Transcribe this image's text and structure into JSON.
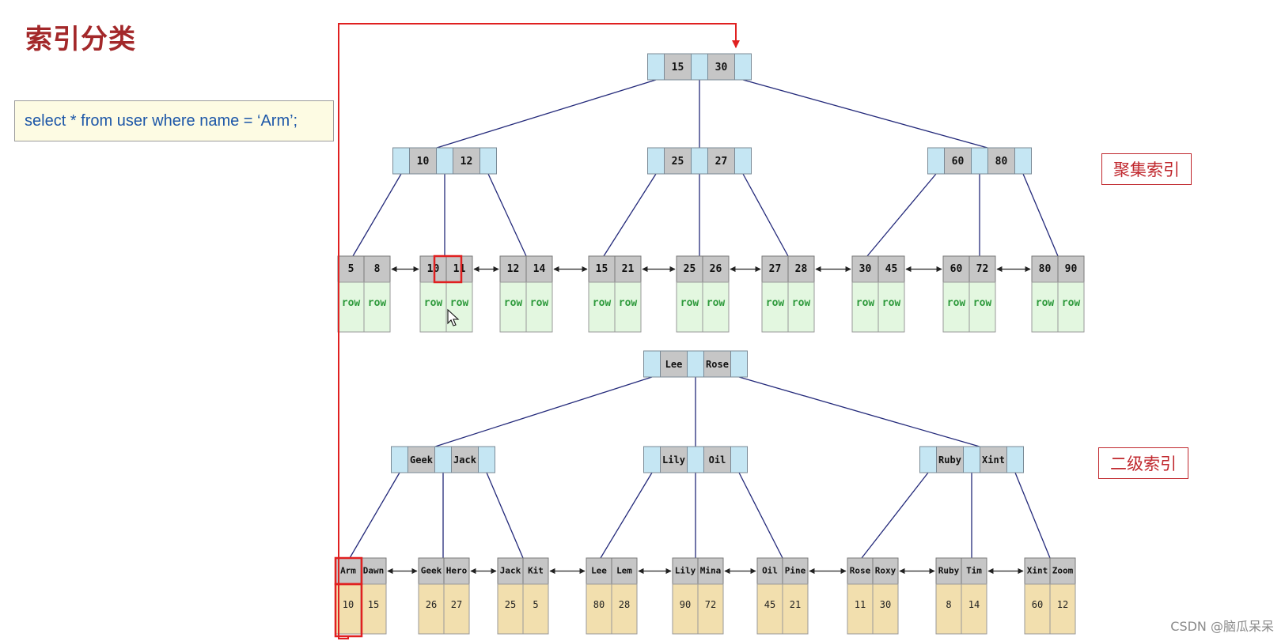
{
  "title": "索引分类",
  "sql": "select * from user where name = ‘Arm’;",
  "labels": {
    "clustered": "聚集索引",
    "secondary": "二级索引"
  },
  "watermark": "CSDN @脑瓜呆呆",
  "colors": {
    "title": "#a3282a",
    "highlight": "#e02020",
    "tree_line": "#23297a",
    "key_cell": "#c6c6c6",
    "pointer_cell": "#c5e6f3",
    "row_cell": "#e3f7e0",
    "row_text": "#2e9a3c",
    "id_cell": "#f2dfae"
  },
  "clustered_index": {
    "root": [
      "15",
      "30"
    ],
    "internal": [
      [
        "10",
        "12"
      ],
      [
        "25",
        "27"
      ],
      [
        "60",
        "80"
      ]
    ],
    "leaves": [
      {
        "keys": [
          "5",
          "8"
        ],
        "rows": [
          "row",
          "row"
        ]
      },
      {
        "keys": [
          "10",
          "11"
        ],
        "rows": [
          "row",
          "row"
        ]
      },
      {
        "keys": [
          "12",
          "14"
        ],
        "rows": [
          "row",
          "row"
        ]
      },
      {
        "keys": [
          "15",
          "21"
        ],
        "rows": [
          "row",
          "row"
        ]
      },
      {
        "keys": [
          "25",
          "26"
        ],
        "rows": [
          "row",
          "row"
        ]
      },
      {
        "keys": [
          "27",
          "28"
        ],
        "rows": [
          "row",
          "row"
        ]
      },
      {
        "keys": [
          "30",
          "45"
        ],
        "rows": [
          "row",
          "row"
        ]
      },
      {
        "keys": [
          "60",
          "72"
        ],
        "rows": [
          "row",
          "row"
        ]
      },
      {
        "keys": [
          "80",
          "90"
        ],
        "rows": [
          "row",
          "row"
        ]
      }
    ],
    "highlighted_key": "10"
  },
  "secondary_index": {
    "root": [
      "Lee",
      "Rose"
    ],
    "internal": [
      [
        "Geek",
        "Jack"
      ],
      [
        "Lily",
        "Oil"
      ],
      [
        "Ruby",
        "Xint"
      ]
    ],
    "leaves": [
      {
        "keys": [
          "Arm",
          "Dawn"
        ],
        "ids": [
          "10",
          "15"
        ]
      },
      {
        "keys": [
          "Geek",
          "Hero"
        ],
        "ids": [
          "26",
          "27"
        ]
      },
      {
        "keys": [
          "Jack",
          "Kit"
        ],
        "ids": [
          "25",
          "5"
        ]
      },
      {
        "keys": [
          "Lee",
          "Lem"
        ],
        "ids": [
          "80",
          "28"
        ]
      },
      {
        "keys": [
          "Lily",
          "Mina"
        ],
        "ids": [
          "90",
          "72"
        ]
      },
      {
        "keys": [
          "Oil",
          "Pine"
        ],
        "ids": [
          "45",
          "21"
        ]
      },
      {
        "keys": [
          "Rose",
          "Roxy"
        ],
        "ids": [
          "11",
          "30"
        ]
      },
      {
        "keys": [
          "Ruby",
          "Tim"
        ],
        "ids": [
          "8",
          "14"
        ]
      },
      {
        "keys": [
          "Xint",
          "Zoom"
        ],
        "ids": [
          "60",
          "12"
        ]
      }
    ],
    "highlighted_key": "Arm"
  }
}
